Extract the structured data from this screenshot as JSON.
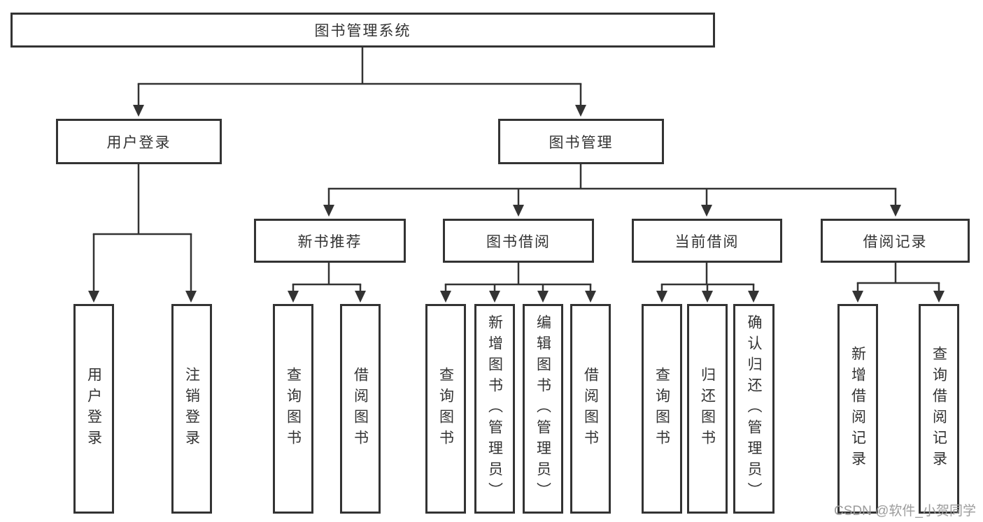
{
  "tree": {
    "root": {
      "label": "图书管理系统",
      "children": [
        {
          "label": "用户登录",
          "children": [
            {
              "label": "用户登录"
            },
            {
              "label": "注销登录"
            }
          ]
        },
        {
          "label": "图书管理",
          "children": [
            {
              "label": "新书推荐",
              "children": [
                {
                  "label": "查询图书"
                },
                {
                  "label": "借阅图书"
                }
              ]
            },
            {
              "label": "图书借阅",
              "children": [
                {
                  "label": "查询图书"
                },
                {
                  "label": "新增图书（管理员）"
                },
                {
                  "label": "编辑图书（管理员）"
                },
                {
                  "label": "借阅图书"
                }
              ]
            },
            {
              "label": "当前借阅",
              "children": [
                {
                  "label": "查询图书"
                },
                {
                  "label": "归还图书"
                },
                {
                  "label": "确认归还（管理员）"
                }
              ]
            },
            {
              "label": "借阅记录",
              "children": [
                {
                  "label": "新增借阅记录"
                },
                {
                  "label": "查询借阅记录"
                }
              ]
            }
          ]
        }
      ]
    }
  },
  "watermark": {
    "text": "CSDN @软件_小贺同学"
  },
  "colors": {
    "line": "#333333",
    "box_border": "#333333",
    "text": "#333333",
    "background": "#ffffff",
    "watermark_gray": "#9c9c9c"
  }
}
